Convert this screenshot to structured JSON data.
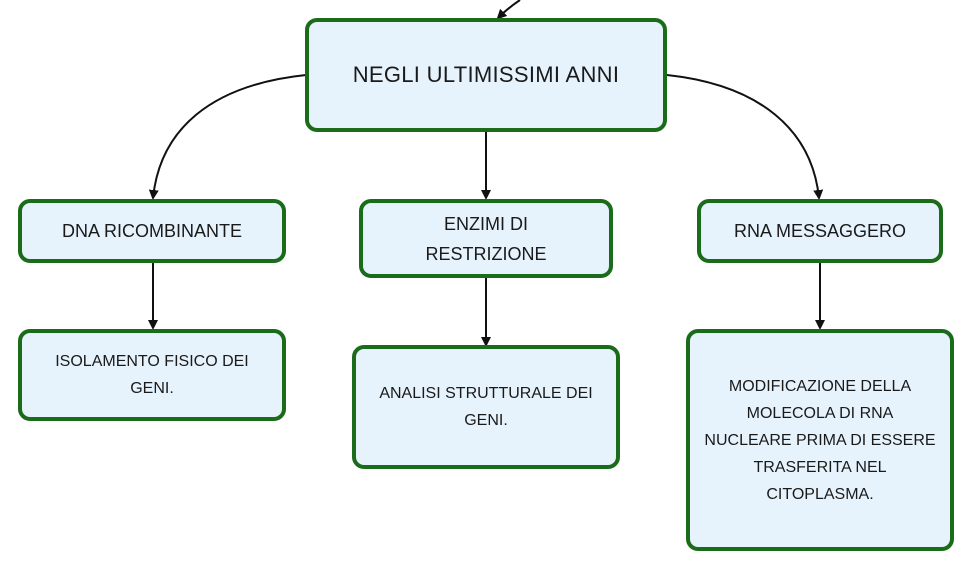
{
  "diagram": {
    "root": "NEGLI ULTIMISSIMI ANNI",
    "branches": [
      {
        "title": "DNA RICOMBINANTE",
        "detail": "ISOLAMENTO FISICO DEI GENI."
      },
      {
        "title": "ENZIMI DI RESTRIZIONE",
        "detail": "ANALISI STRUTTURALE DEI GENI."
      },
      {
        "title": "RNA MESSAGGERO",
        "detail": "MODIFICAZIONE DELLA MOLECOLA DI RNA NUCLEARE PRIMA DI ESSERE TRASFERITA NEL CITOPLASMA."
      }
    ]
  },
  "colors": {
    "node_fill": "#e6f3fc",
    "node_border": "#1a6b1a",
    "connector": "#111111"
  }
}
